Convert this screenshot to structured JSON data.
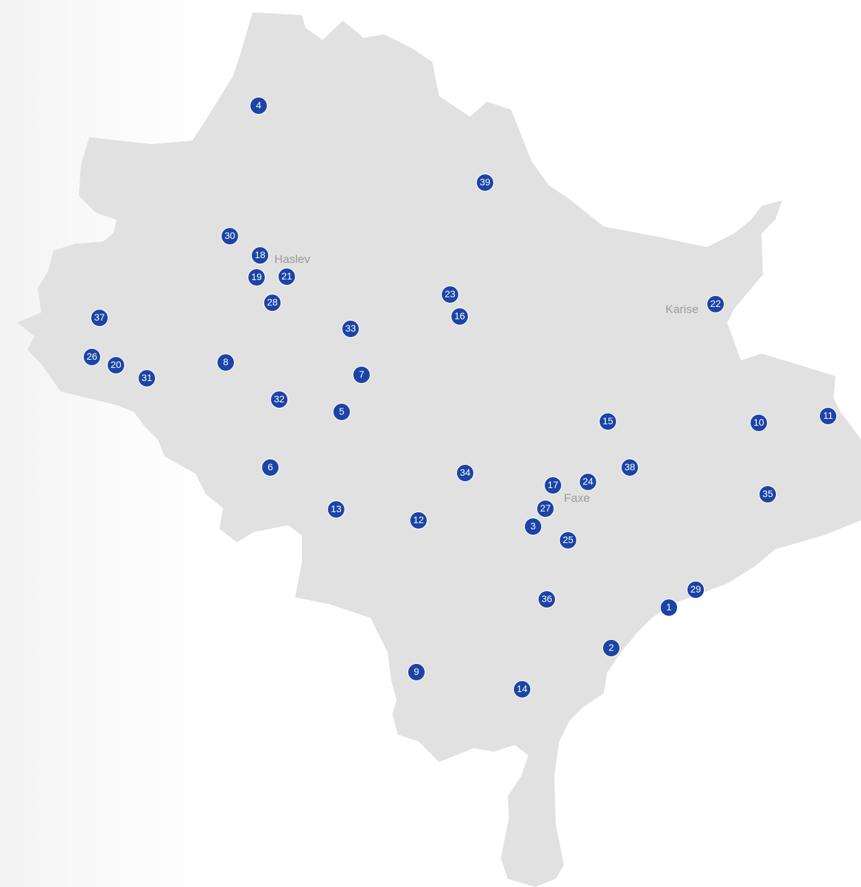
{
  "colors": {
    "land": "#e1e1e1",
    "marker": "#1c44a6",
    "marker_text": "#ffffff",
    "town_label": "#9a9a9a"
  },
  "towns": [
    {
      "key": "haslev",
      "label": "Haslev"
    },
    {
      "key": "karise",
      "label": "Karise"
    },
    {
      "key": "faxe",
      "label": "Faxe"
    }
  ],
  "markers": [
    "4",
    "39",
    "30",
    "18",
    "19",
    "21",
    "28",
    "23",
    "16",
    "22",
    "37",
    "33",
    "26",
    "20",
    "31",
    "8",
    "7",
    "32",
    "5",
    "15",
    "10",
    "11",
    "6",
    "34",
    "38",
    "24",
    "17",
    "35",
    "27",
    "13",
    "12",
    "3",
    "25",
    "36",
    "29",
    "1",
    "2",
    "9",
    "14"
  ]
}
